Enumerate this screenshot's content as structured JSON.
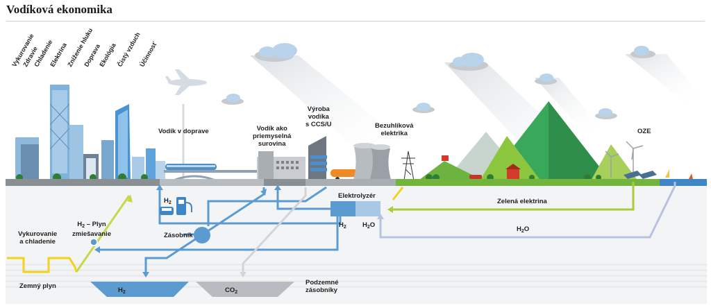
{
  "title": "Vodíková ekonomika",
  "benefits": [
    "Vykurovanie",
    "Zdravie",
    "Chladenie",
    "Elektrina",
    "Zníženie hluku",
    "Doprava",
    "Ekológia",
    "Čistý vzduch",
    "Účinnosť"
  ],
  "labels": {
    "transport": "Vodík v doprave",
    "feedstock_1": "Vodík ako",
    "feedstock_2": "priemyselná",
    "feedstock_3": "surovina",
    "ccs_1": "Výroba",
    "ccs_2": "vodíka",
    "ccs_3": "s CCS/U",
    "nuclear_1": "Bezuhlíková",
    "nuclear_2": "elektrika",
    "oze": "OZE",
    "electrolyzer": "Elektrolyzér",
    "green_power": "Zelená elektrina",
    "h2_main": "H",
    "h2_sub": "2",
    "h2o_main": "H",
    "h2o_sub": "2",
    "h2o_o": "O",
    "water_main": "H",
    "water_sub": "2",
    "water_o": "O",
    "station_main": "H",
    "station_sub": "2",
    "blend_main": "H",
    "blend_sub": "2",
    "blend_rest": " – Plyn",
    "blend_2": "zmiešavanie",
    "storage": "Zásobník",
    "heating_1": "Vykurovanie",
    "heating_2": "a chladenie",
    "natural_gas": "Zemný plyn",
    "under_h2_main": "H",
    "under_h2_sub": "2",
    "under_co2_main": "CO",
    "under_co2_sub": "2",
    "underground_1": "Podzemné",
    "underground_2": "zásobníky"
  },
  "colors": {
    "h2_blue": "#5b9bd0",
    "light_blue": "#a9c8e6",
    "co2_grey": "#b8bcc0",
    "green_line": "#a9cc3c",
    "yellow_line": "#f2d21a",
    "water_line": "#b7c3de",
    "ground": "#8a8f94"
  }
}
